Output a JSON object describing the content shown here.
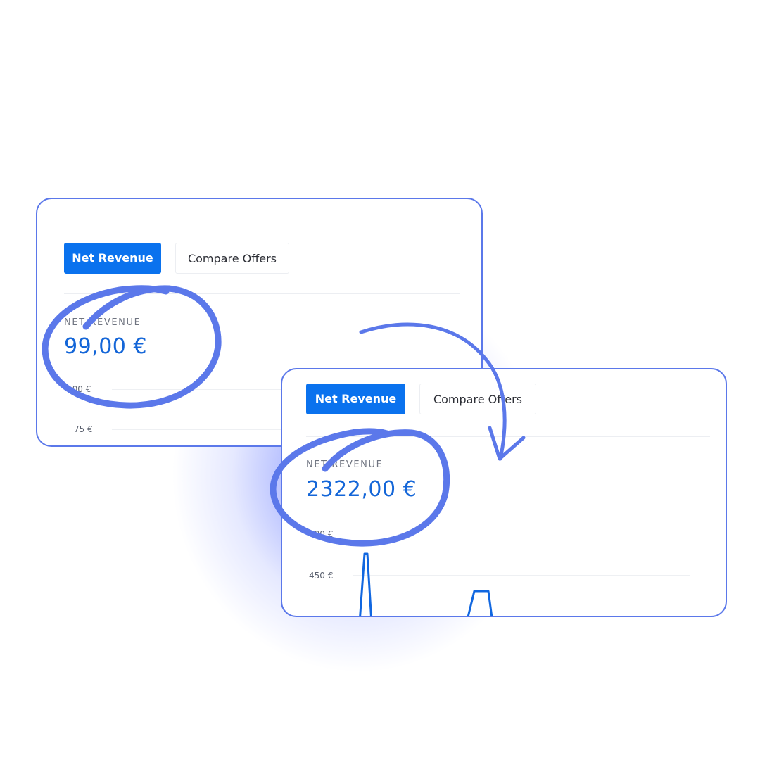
{
  "colors": {
    "accent": "#0a72ee",
    "value_text": "#1466d8",
    "card_border": "#5b78ea",
    "annotation": "#5b78ea",
    "chart_line": "#1167e0"
  },
  "card_back": {
    "tabs": {
      "net_revenue": "Net Revenue",
      "compare_offers": "Compare Offers"
    },
    "metric": {
      "label": "NET REVENUE",
      "value": "99,00 €"
    },
    "chart_data": {
      "type": "line",
      "y_ticks": [
        "100 €",
        "75 €"
      ]
    }
  },
  "card_front": {
    "tabs": {
      "net_revenue": "Net Revenue",
      "compare_offers": "Compare Offers"
    },
    "metric": {
      "label": "NET REVENUE",
      "value": "2322,00 €"
    },
    "chart_data": {
      "type": "line",
      "y_ticks": [
        "600 €",
        "450 €"
      ]
    }
  },
  "annotations": {
    "circle_icon": "hand-drawn-circle-icon",
    "arrow_icon": "curved-arrow-icon"
  }
}
